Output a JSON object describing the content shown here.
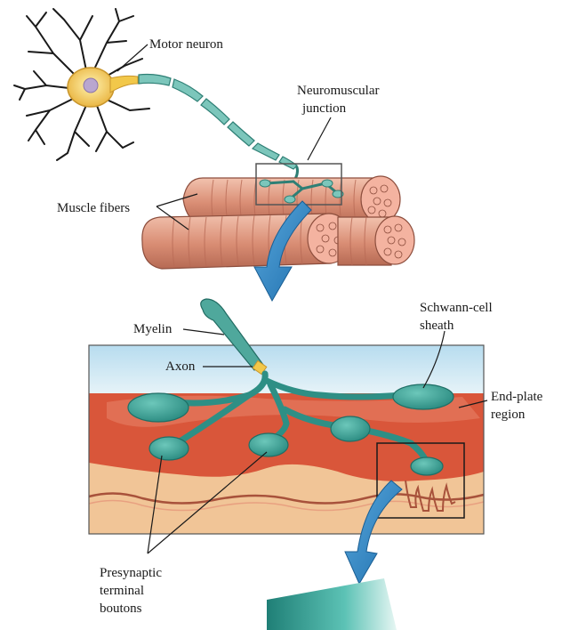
{
  "labels": {
    "motor_neuron": "Motor neuron",
    "nmj_line1": "Neuromuscular",
    "nmj_line2": "junction",
    "muscle_fibers": "Muscle fibers",
    "myelin": "Myelin",
    "axon": "Axon",
    "schwann_line1": "Schwann-cell",
    "schwann_line2": "sheath",
    "endplate_line1": "End-plate",
    "endplate_line2": "region",
    "presyn_line1": "Presynaptic",
    "presyn_line2": "terminal",
    "presyn_line3": "boutons"
  },
  "colors": {
    "neuron_body": "#f2c84a",
    "nucleus": "#b9a6cf",
    "myelin": "#57b3a8",
    "axon_teal": "#2e8f85",
    "muscle": "#d9927a",
    "muscle_stripe": "#b86a55",
    "arrow": "#2b7fc0",
    "sky": "#cfe6f2",
    "endplate": "#d9563a",
    "tissue": "#f1c597",
    "membrane": "#a8523b"
  }
}
